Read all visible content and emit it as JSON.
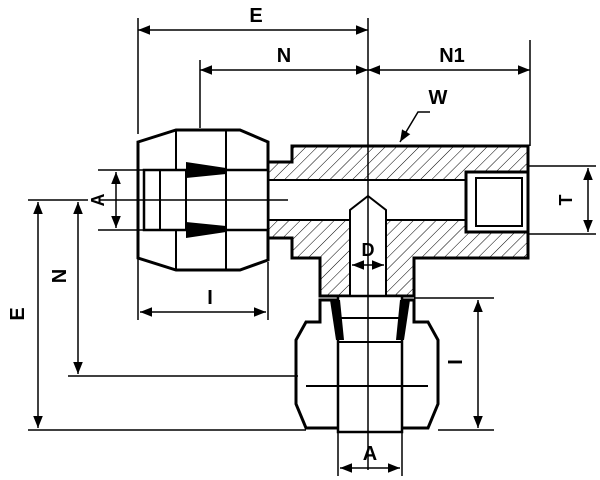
{
  "labels": {
    "e_top": "E",
    "n_top": "N",
    "n1_top": "N1",
    "w": "W",
    "a_left": "A",
    "t_right": "T",
    "d_center": "D",
    "e_left": "E",
    "n_left": "N",
    "i_left": "I",
    "i_right": "I",
    "a_bottom": "A"
  },
  "colors": {
    "ink": "#000000",
    "background": "#ffffff"
  }
}
